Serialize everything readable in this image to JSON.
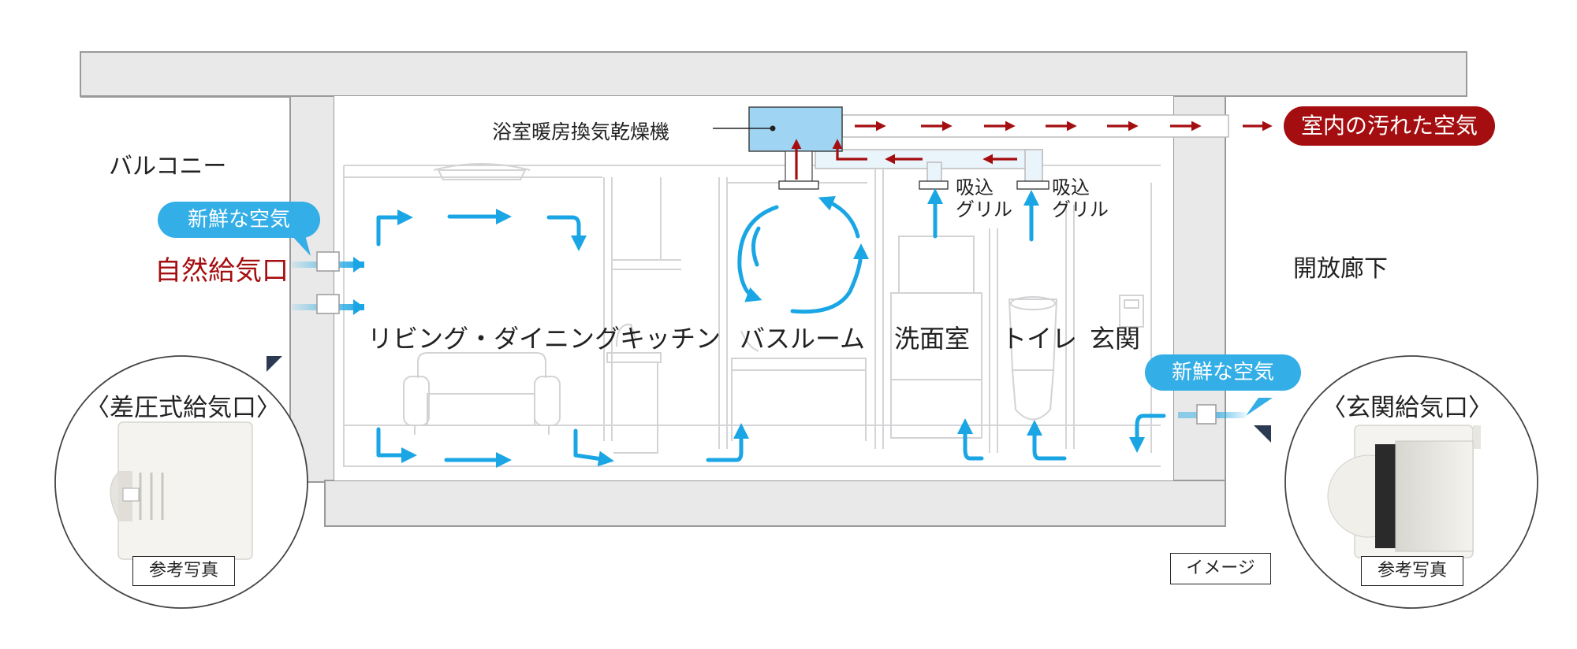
{
  "labels": {
    "balcony": "バルコニー",
    "corridor": "開放廊下",
    "unit": "浴室暖房換気乾燥機",
    "dirty_air": "室内の汚れた空気",
    "fresh_air_left": "新鮮な空気",
    "fresh_air_right": "新鮮な空気",
    "natural_inlet": "自然給気口",
    "grille1_a": "吸込",
    "grille1_b": "グリル",
    "grille2_a": "吸込",
    "grille2_b": "グリル",
    "image_note": "イメージ"
  },
  "rooms": {
    "living": "リビング・ダイニング",
    "kitchen": "キッチン",
    "bath": "バスルーム",
    "washroom": "洗面室",
    "toilet": "トイレ",
    "entrance": "玄関"
  },
  "insets": {
    "left_title": "〈差圧式給気口〉",
    "left_caption": "参考写真",
    "right_title": "〈玄関給気口〉",
    "right_caption": "参考写真"
  },
  "colors": {
    "fresh_air": "#1aa6e4",
    "exhaust": "#a50e10",
    "structure": "#e8e8e8"
  }
}
